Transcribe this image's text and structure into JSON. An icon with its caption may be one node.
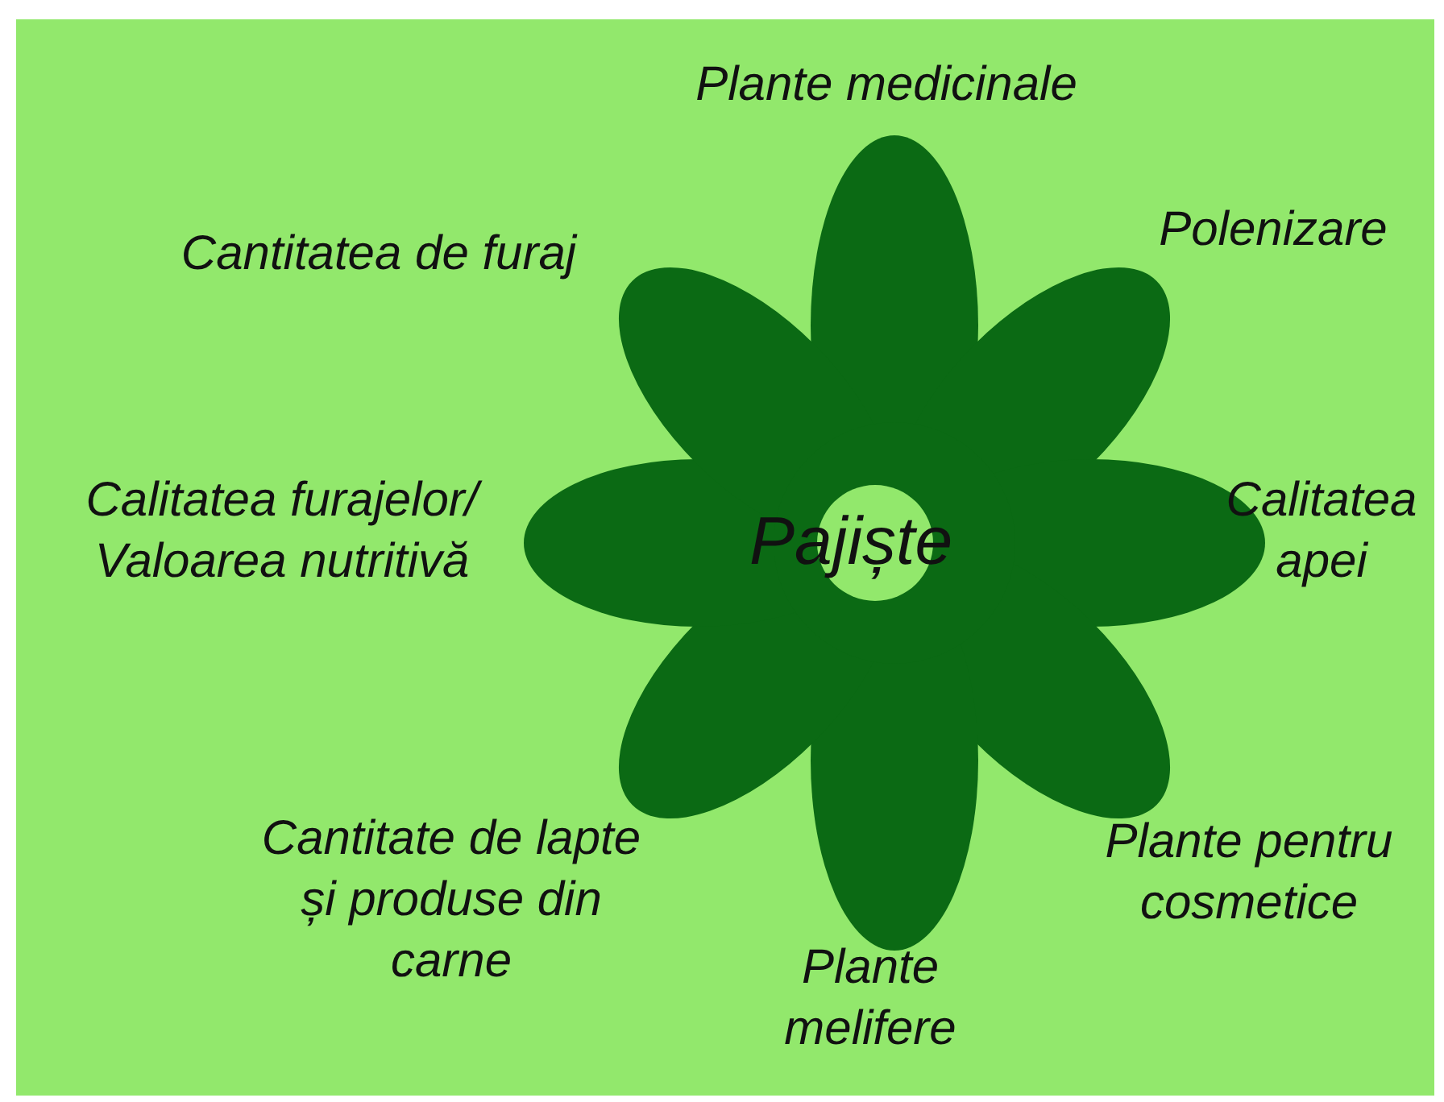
{
  "diagram": {
    "nodes": [
      {
        "text": [
          "Pajiște"
        ]
      }
    ],
    "labels": [
      "Plante medicinale",
      "Polenizare",
      "Cantitatea de furaj",
      "Calitatea furajelor/ Valoarea nutritivă",
      "Calitatea apei",
      "Cantitate de lapte și produse din carne",
      "Plante pentru cosmetice",
      "Plante melifere"
    ]
  }
}
